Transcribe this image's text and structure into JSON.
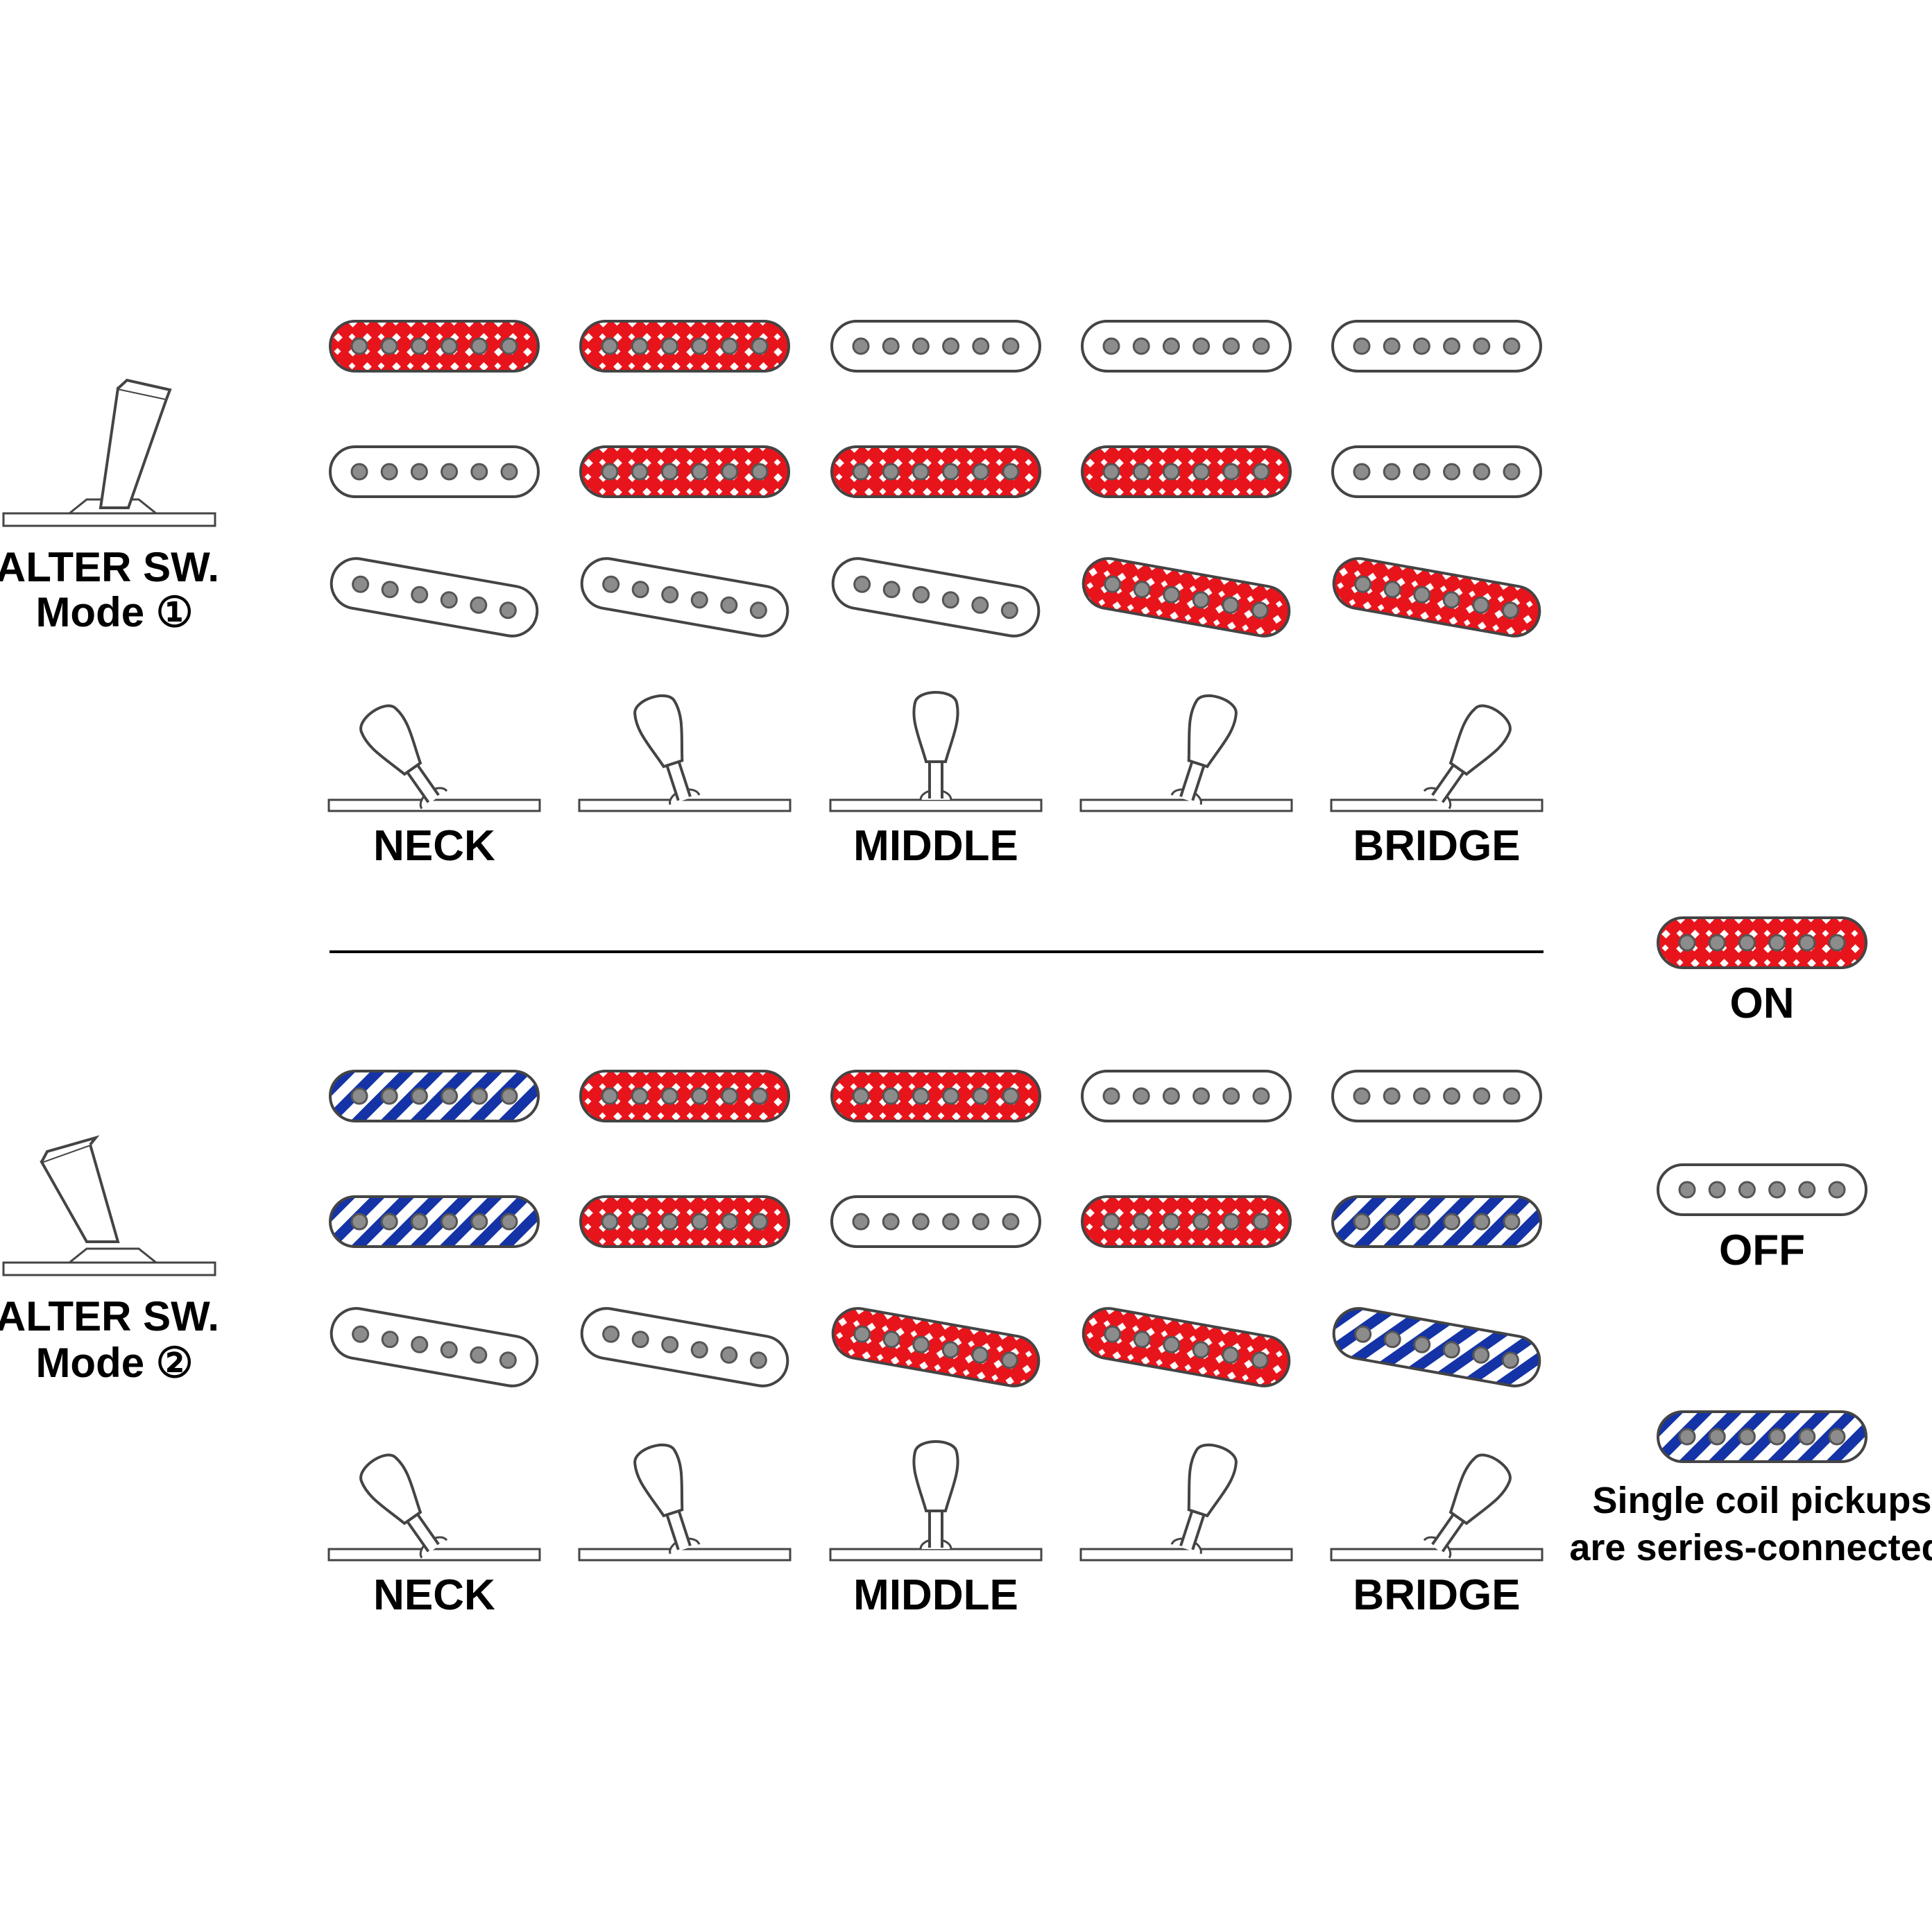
{
  "colors": {
    "on_red": "#e8141b",
    "series_blue": "#1433a6",
    "outline": "#444444",
    "pole": "#8c8c8c",
    "text": "#000000"
  },
  "modes": [
    {
      "label_line1": "ALTER SW.",
      "label_line2": "Mode ①",
      "switch_positions": [
        {
          "label": "NECK",
          "neck": "on",
          "middle": "off",
          "bridge": "off"
        },
        {
          "label": "",
          "neck": "on",
          "middle": "on",
          "bridge": "off"
        },
        {
          "label": "MIDDLE",
          "neck": "off",
          "middle": "on",
          "bridge": "off"
        },
        {
          "label": "",
          "neck": "off",
          "middle": "on",
          "bridge": "on"
        },
        {
          "label": "BRIDGE",
          "neck": "off",
          "middle": "off",
          "bridge": "on"
        }
      ]
    },
    {
      "label_line1": "ALTER SW.",
      "label_line2": "Mode ②",
      "switch_positions": [
        {
          "label": "NECK",
          "neck": "series",
          "middle": "series",
          "bridge": "off"
        },
        {
          "label": "",
          "neck": "on",
          "middle": "on",
          "bridge": "off"
        },
        {
          "label": "MIDDLE",
          "neck": "on",
          "middle": "off",
          "bridge": "on"
        },
        {
          "label": "",
          "neck": "off",
          "middle": "on",
          "bridge": "on"
        },
        {
          "label": "BRIDGE",
          "neck": "off",
          "middle": "series",
          "bridge": "series"
        }
      ]
    }
  ],
  "legend": [
    {
      "state": "on",
      "label": "ON"
    },
    {
      "state": "off",
      "label": "OFF"
    },
    {
      "state": "series",
      "label_line1": "Single coil pickups",
      "label_line2": "are series-connected."
    }
  ]
}
